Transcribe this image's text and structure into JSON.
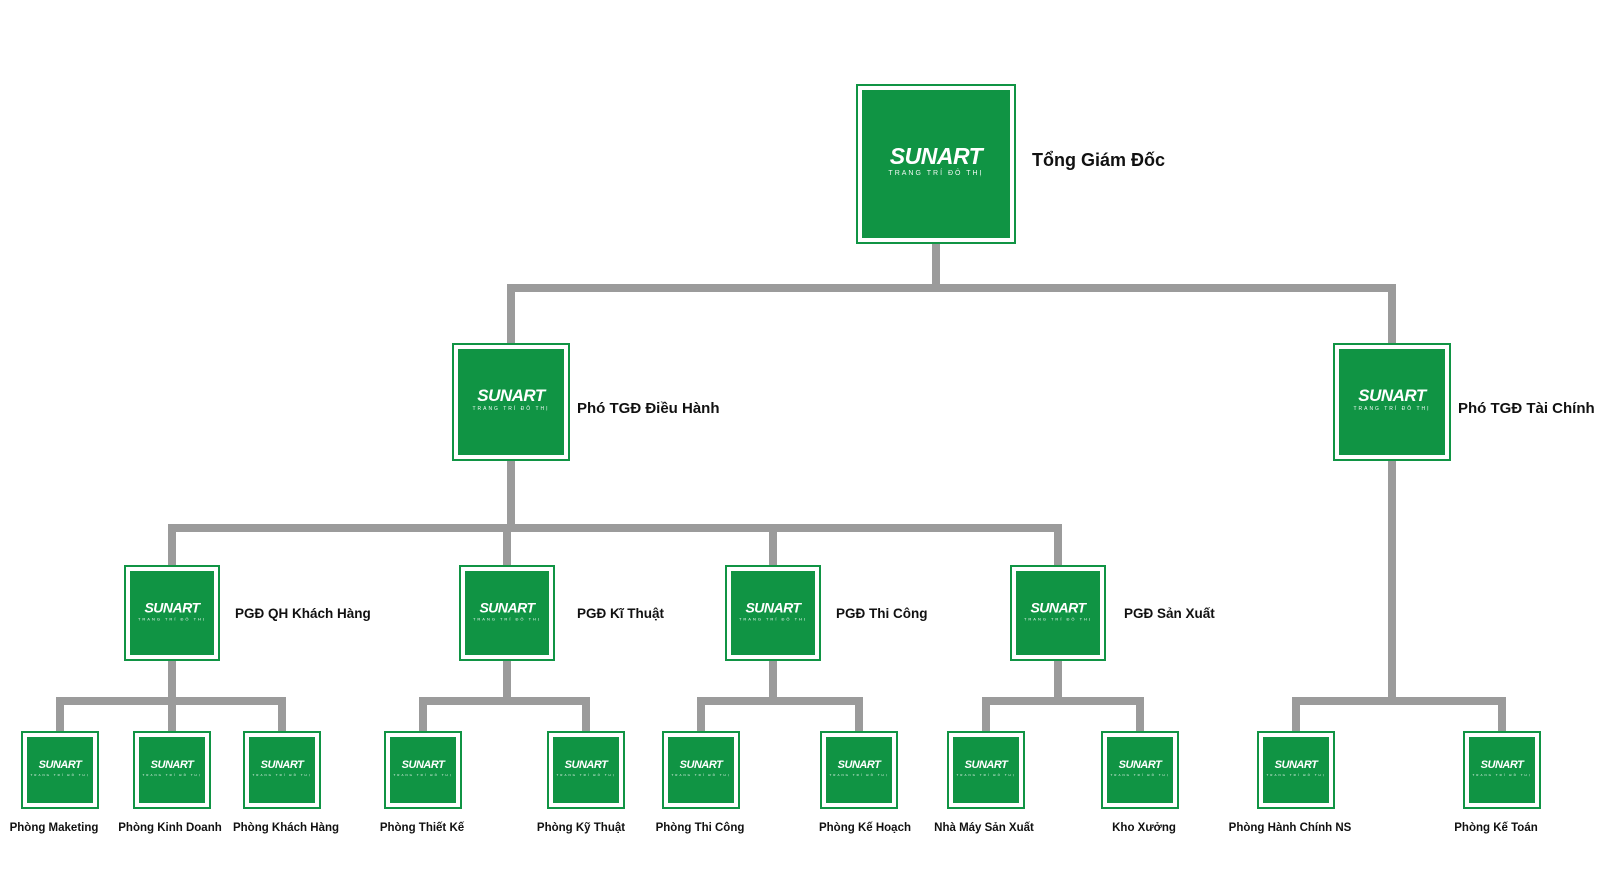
{
  "logo": {
    "word": "SUNART",
    "tagline": "TRANG TRÍ ĐÔ THỊ"
  },
  "colors": {
    "node_fill": "#109444",
    "node_border": "#ffffff",
    "connector": "#9b9b9b",
    "label": "#111111"
  },
  "ceo": {
    "title": "Tổng Giám Đốc"
  },
  "vp": [
    {
      "title": "Phó TGĐ Điều Hành"
    },
    {
      "title": "Phó TGĐ Tài Chính"
    }
  ],
  "deputies": [
    {
      "title": "PGĐ QH Khách Hàng"
    },
    {
      "title": "PGĐ Kĩ Thuật"
    },
    {
      "title": "PGĐ Thi Công"
    },
    {
      "title": "PGĐ Sản Xuất"
    }
  ],
  "departments": [
    {
      "title": "Phòng Maketing"
    },
    {
      "title": "Phòng Kinh Doanh"
    },
    {
      "title": "Phòng Khách Hàng"
    },
    {
      "title": "Phòng Thiết Kế"
    },
    {
      "title": "Phòng Kỹ Thuật"
    },
    {
      "title": "Phòng Thi Công"
    },
    {
      "title": "Phòng Kế Hoạch"
    },
    {
      "title": "Nhà Máy Sản Xuất"
    },
    {
      "title": "Kho Xưởng"
    },
    {
      "title": "Phòng Hành Chính NS"
    },
    {
      "title": "Phòng Kế Toán"
    }
  ]
}
